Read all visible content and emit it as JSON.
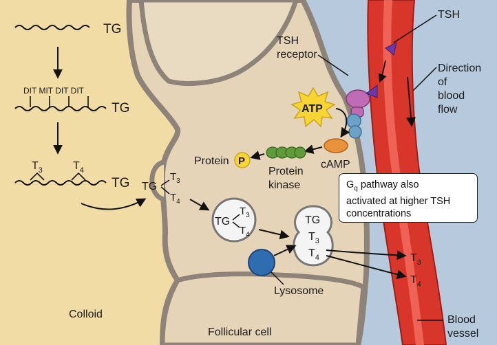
{
  "colors": {
    "colloid": "#f2dca6",
    "cell": "#e5d4b7",
    "membrane": "#8e8378",
    "background_blue": "#b6c9dd",
    "vessel_red": "#d9362b",
    "vessel_highlight": "#f26a5e",
    "atp_yellow": "#f7d534",
    "camp_orange": "#e9923c",
    "kinase_green": "#5f9a3b",
    "receptor_purple": "#c06bb5",
    "receptor_blue": "#6ca1c8",
    "lysosome_blue": "#2f6cb0",
    "vesicle_fill": "#f4f4f4"
  },
  "labels": {
    "tg_top": "TG",
    "dit_mit_row": "DIT MIT DIT DIT",
    "tg_middle": "TG",
    "t3_sub": "T",
    "t3_num": "3",
    "t4_num": "4",
    "tg_bottom": "TG",
    "colloid": "Colloid",
    "follicular_cell": "Follicular cell",
    "tsh": "TSH",
    "tsh_receptor_line1": "TSH",
    "tsh_receptor_line2": "receptor",
    "atp": "ATP",
    "camp": "cAMP",
    "protein": "Protein",
    "p_badge": "P",
    "protein_kinase_line1": "Protein",
    "protein_kinase_line2": "kinase",
    "tg": "TG",
    "t": "T",
    "lysosome": "Lysosome",
    "direction_line1": "Direction",
    "direction_line2": "of",
    "direction_line3": "blood",
    "direction_line4": "flow",
    "blood_line1": "Blood",
    "blood_line2": "vessel",
    "out_t": "T"
  },
  "note": {
    "g": "G",
    "q": "q",
    "line1_rest": " pathway also",
    "line2": "activated at higher TSH",
    "line3": "concentrations"
  }
}
